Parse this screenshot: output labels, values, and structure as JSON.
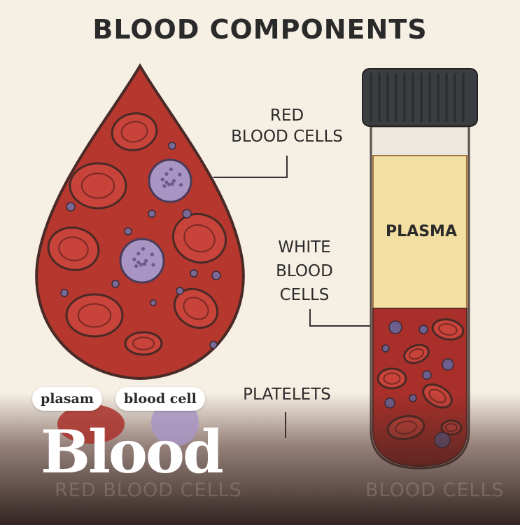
{
  "title": "BLOOD COMPONENTS",
  "labels": {
    "red_blood_cells": "RED\nBLOOD CELLS",
    "white_blood_cells": "WHITE\nBLOOD\nCELLS",
    "platelets": "PLATELETS",
    "plasma": "PLASMA"
  },
  "overlay": {
    "tags": [
      "plasam",
      "blood cell"
    ],
    "headline": "Blood",
    "faded_captions": [
      "RED BLOOD CELLS",
      "BLOOD CELLS"
    ]
  },
  "colors": {
    "background": "#f6efe4",
    "blood": "#b5372d",
    "red_cell": "#c8433a",
    "white_cell": "#a895c4",
    "plasma": "#f3dfa2",
    "cap": "#3b3d40"
  }
}
